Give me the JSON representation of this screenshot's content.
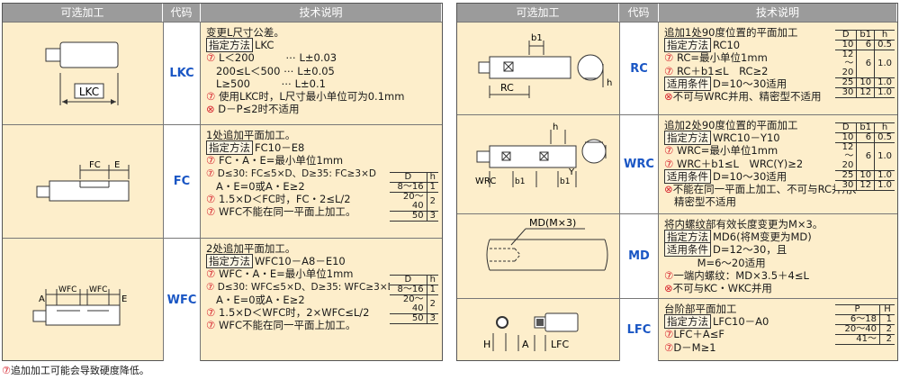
{
  "headers": {
    "processing": "可选加工",
    "code": "代码",
    "spec": "技术说明"
  },
  "warn_icon": "⑦",
  "forbid_icon": "⊗",
  "left_rows": [
    {
      "code": "LKC",
      "drawing_label": "LKC",
      "lines": [
        "变更L尺寸公差。",
        "LKC",
        "L＜200　　　⋯ L±0.03",
        "200≤L＜500 ⋯ L±0.05",
        "L≥500　　　⋯ L±0.1",
        "使用LKC时，L尺寸最小单位可为0.1mm",
        "D－P≤2时不适用"
      ],
      "spec_tag": "指定方法"
    },
    {
      "code": "FC",
      "drawing_labels": [
        "FC",
        "E"
      ],
      "spec_tag": "指定方法",
      "lines": [
        "1处追加平面加工。",
        "FC10－E8",
        "FC・A・E=最小单位1mm",
        "D≤30: FC≤5×D、D≥35: FC≥3×D",
        "A・E=0或A・E≥2",
        "1.5×D＜FC时，FC・2≤L/2",
        "WFC不能在同一平面上加工。"
      ],
      "table": {
        "head": [
          "D",
          "h"
        ],
        "rows": [
          [
            "8～16",
            "1"
          ],
          [
            "20～40",
            "2"
          ],
          [
            "50",
            "3"
          ]
        ]
      }
    },
    {
      "code": "WFC",
      "drawing_labels": [
        "A",
        "WFC",
        "WFC",
        "E"
      ],
      "spec_tag": "指定方法",
      "lines": [
        "2处追加平面加工。",
        "WFC10－A8－E10",
        "WFC・A・E=最小单位1mm",
        "D≤30: WFC≤5×D、D≥35: WFC≥3×D",
        "A・E=0或A・E≥2",
        "1.5×D＜WFC时，2×WFC≤L/2",
        "WFC不能在同一平面上加工。"
      ],
      "table": {
        "head": [
          "D",
          "h"
        ],
        "rows": [
          [
            "8～16",
            "1"
          ],
          [
            "20～40",
            "2"
          ],
          [
            "50",
            "3"
          ]
        ]
      }
    }
  ],
  "right_rows": [
    {
      "code": "RC",
      "drawing_labels": [
        "b1",
        "RC",
        "h"
      ],
      "spec_tag": "指定方法",
      "cond_tag": "适用条件",
      "lines": [
        "追加1处90度位置的平面加工",
        "RC10",
        "RC=最小单位1mm",
        "RC＋b1≤L　RC≥2",
        "D=10～30适用",
        "不可与WRC并用、精密型不适用"
      ],
      "table": {
        "head": [
          "D",
          "b1",
          "h"
        ],
        "rows": [
          [
            "10",
            "6",
            "0.5"
          ],
          [
            "12～20",
            "6",
            "1.0"
          ],
          [
            "25",
            "10",
            "1.0"
          ],
          [
            "30",
            "12",
            "1.0"
          ]
        ]
      }
    },
    {
      "code": "WRC",
      "drawing_labels": [
        "h",
        "WRC",
        "b1",
        "b1",
        "Y"
      ],
      "spec_tag": "指定方法",
      "cond_tag": "适用条件",
      "lines": [
        "追加2处90度位置的平面加工",
        "WRC10－Y10",
        "WRC=最小单位1mm",
        "WRC＋b1≤L　WRC(Y)≥2",
        "D=10～30适用",
        "不能在同一平面上加工、不可与RC并用、",
        "精密型不适用"
      ],
      "table": {
        "head": [
          "D",
          "b1",
          "h"
        ],
        "rows": [
          [
            "10",
            "6",
            "0.5"
          ],
          [
            "12～20",
            "6",
            "1.0"
          ],
          [
            "25",
            "10",
            "1.0"
          ],
          [
            "30",
            "12",
            "1.0"
          ]
        ]
      }
    },
    {
      "code": "MD",
      "drawing_label": "MD(M×3)",
      "spec_tag": "指定方法",
      "cond_tag": "适用条件",
      "lines": [
        "将内螺纹部有效长度变更为M×3。",
        "MD6(将M变更为MD)",
        "D=12～30，且",
        "M=6～20适用",
        "一端内螺纹：MD×3.5＋4≤L",
        "不可与KC・WKC并用"
      ]
    },
    {
      "code": "LFC",
      "drawing_labels": [
        "H",
        "A",
        "LFC"
      ],
      "spec_tag": "指定方法",
      "lines": [
        "台阶部平面加工",
        "LFC10－A0",
        "LFC＋A≤F",
        "D－M≥1"
      ],
      "table": {
        "head": [
          "P",
          "H"
        ],
        "rows": [
          [
            "6～18",
            "1"
          ],
          [
            "20～40",
            "2"
          ],
          [
            "41～",
            "2"
          ]
        ]
      }
    }
  ],
  "footnote": "追加加工可能会导致硬度降低。"
}
